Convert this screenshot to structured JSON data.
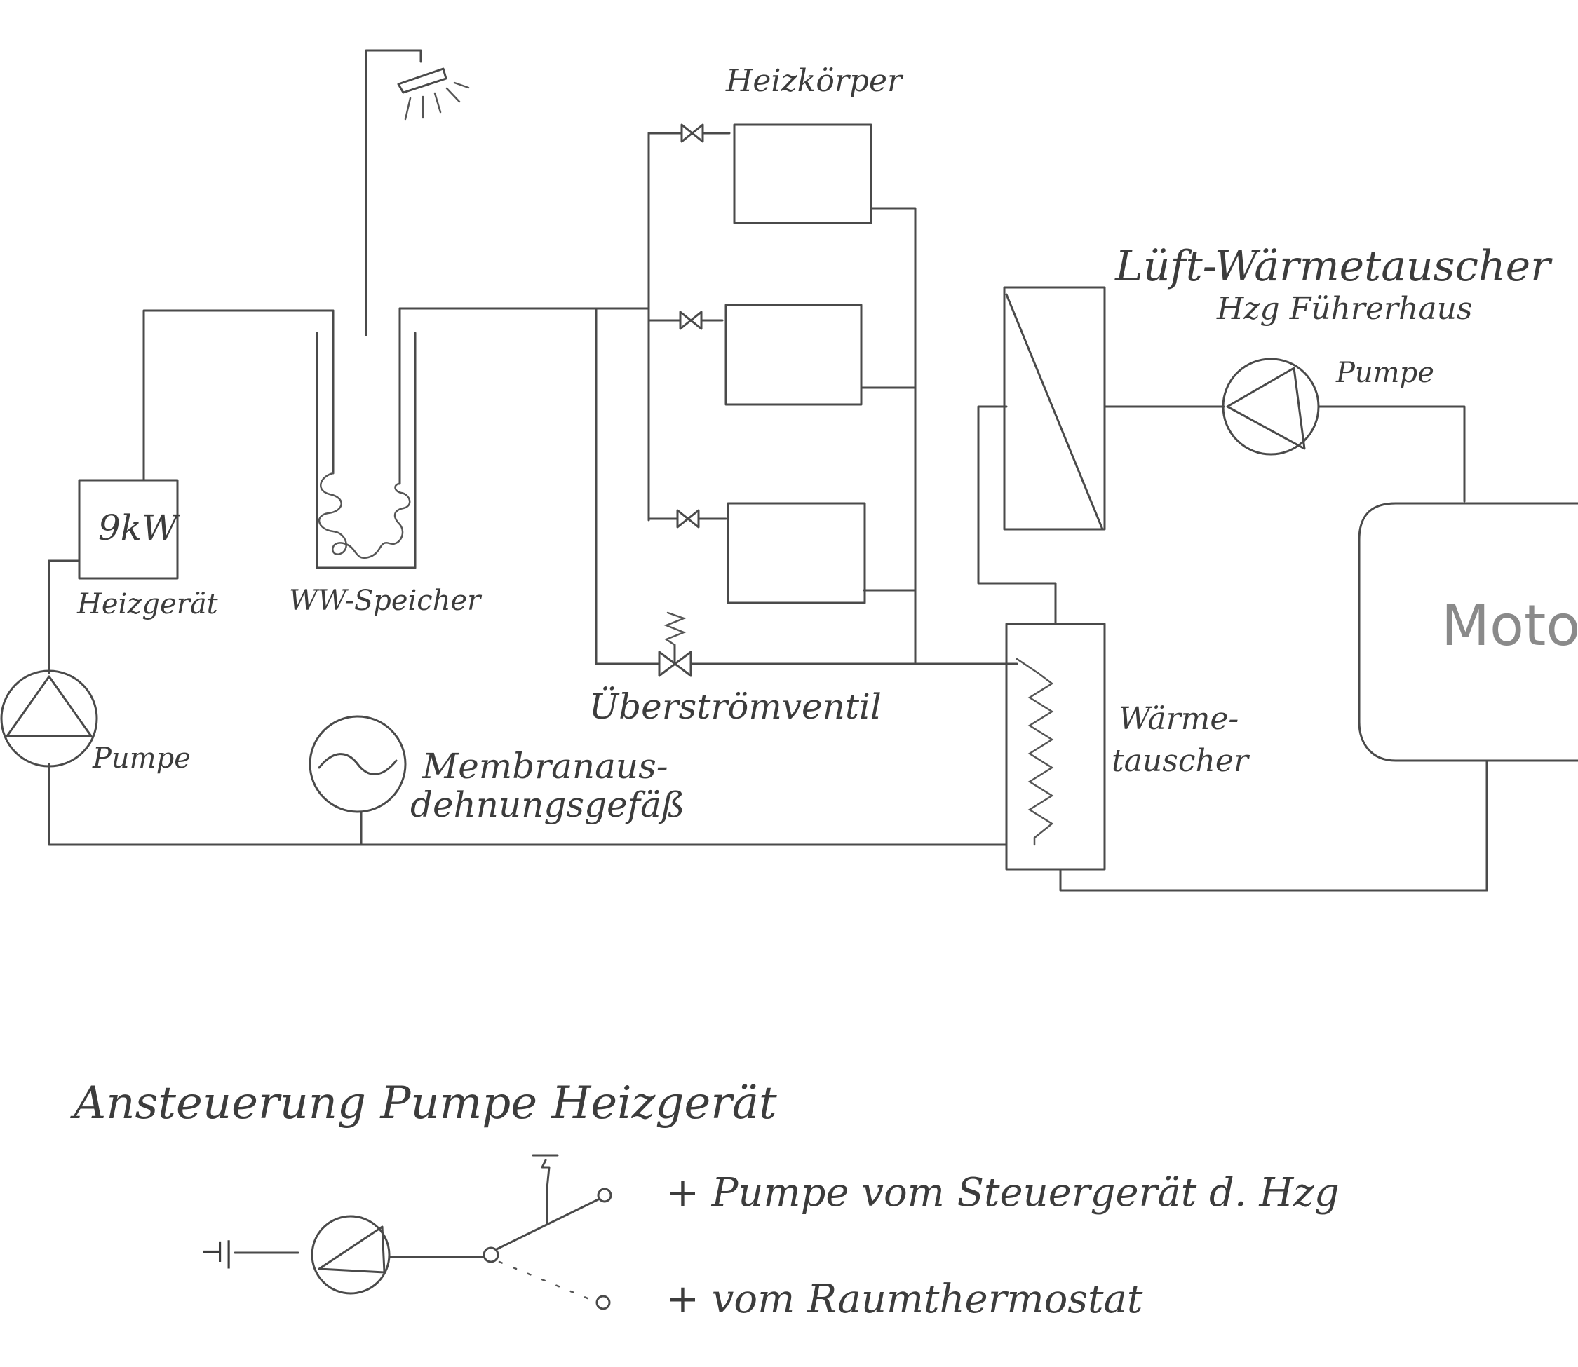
{
  "labels": {
    "radiators": "Heizkörper",
    "air_heat_exchanger_line1": "Lüft-Wärmetauscher",
    "air_heat_exchanger_line2": "Hzg Führerhaus",
    "pump_top": "Pumpe",
    "heater_power": "9kW",
    "heater": "Heizgerät",
    "hot_water_tank": "WW-Speicher",
    "overflow_valve": "Überströmventil",
    "pump_left": "Pumpe",
    "expansion_vessel_line1": "Membranaus-",
    "expansion_vessel_line2": "dehnungsgefäß",
    "heat_exchanger_line1": "Wärme-",
    "heat_exchanger_line2": "tauscher",
    "motor": "Motor"
  },
  "control": {
    "title": "Ansteuerung Pumpe Heizgerät",
    "ground_symbol": "⊣|",
    "option1": "+ Pumpe vom Steuergerät d. Hzg",
    "option2": "+ vom Raumthermostat"
  }
}
